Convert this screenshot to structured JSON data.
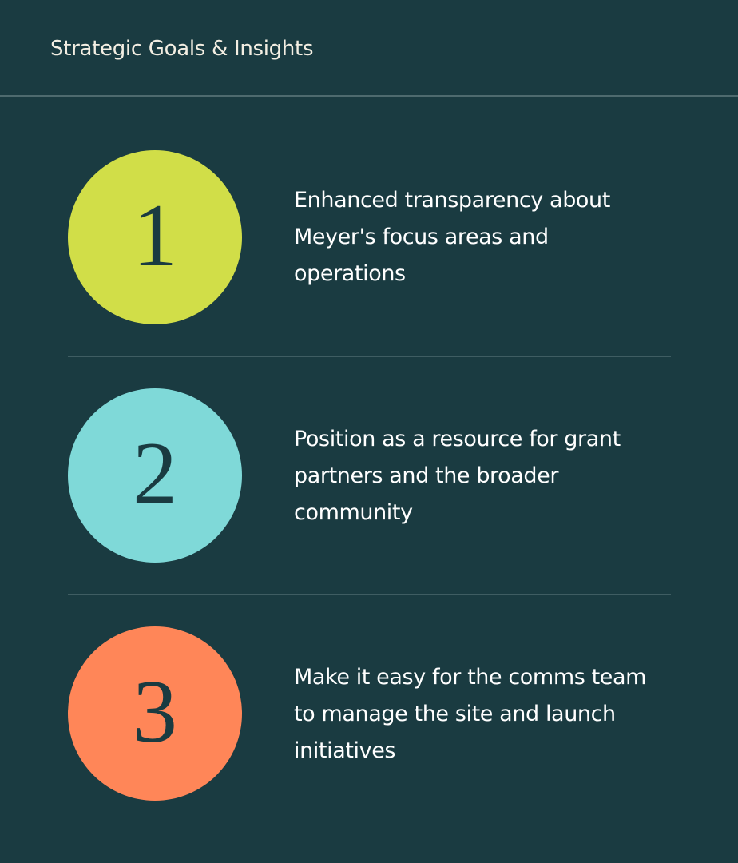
{
  "header": {
    "title": "Strategic Goals & Insights"
  },
  "colors": {
    "background": "#1a3b41",
    "title_text": "#f3eee2",
    "body_text": "#ffffff",
    "divider": "#3f5d62",
    "circle_number": "#1a3b41"
  },
  "items": [
    {
      "number": "1",
      "color": "#d1de48",
      "text": "Enhanced transparency about Meyer's focus areas and operations"
    },
    {
      "number": "2",
      "color": "#7fd9d8",
      "text": "Position as a resource for grant partners and the broader community"
    },
    {
      "number": "3",
      "color": "#ff8658",
      "text": "Make it easy for the comms team to manage the site and launch initiatives"
    }
  ]
}
